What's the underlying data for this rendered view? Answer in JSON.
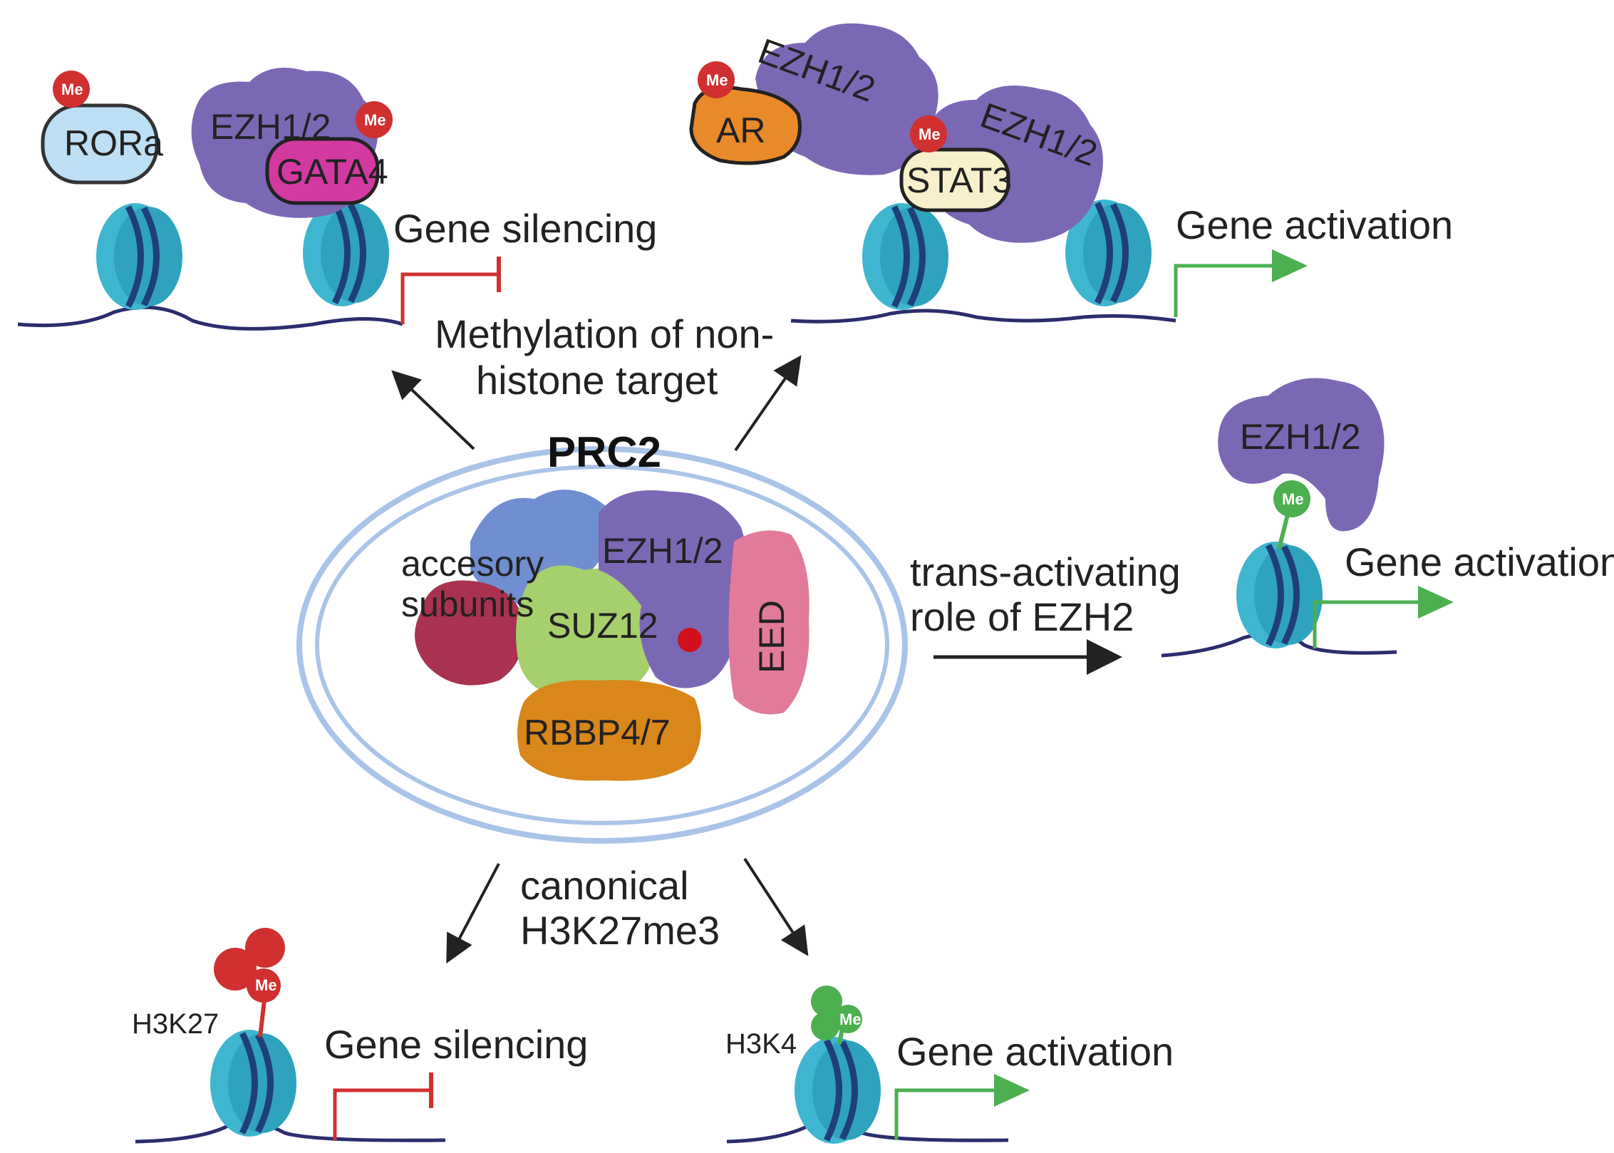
{
  "complex": {
    "title": "PRC2",
    "subunits": {
      "accessory": "accesory subunits",
      "suz12": "SUZ12",
      "ezh": "EZH1/2",
      "eed": "EED",
      "rbbp": "RBBP4/7"
    }
  },
  "center_labels": {
    "non_histone": "Methylation of non-histone target",
    "trans": "trans-activating role of EZH2",
    "canonical": "canonical H3K27me3"
  },
  "top_left": {
    "rora": "RORa",
    "ezh": "EZH1/2",
    "gata4": "GATA4",
    "me": "Me",
    "outcome": "Gene silencing"
  },
  "top_right": {
    "ar": "AR",
    "ezh_a": "EZH1/2",
    "stat3": "STAT3",
    "ezh_b": "EZH1/2",
    "me": "Me",
    "outcome": "Gene activation"
  },
  "right": {
    "ezh": "EZH1/2",
    "me": "Me",
    "outcome": "Gene activation"
  },
  "bottom_left": {
    "mark": "H3K27",
    "me": "Me",
    "outcome": "Gene silencing"
  },
  "bottom_right": {
    "mark": "H3K4",
    "me": "Me",
    "outcome": "Gene activation"
  },
  "colors": {
    "ezh": "#7b68b5",
    "nucleosome": "#3fb6cf",
    "dna": "#2b2d6e",
    "methyl": "#d0302f",
    "activation": "#4caf50",
    "silencing": "#d0302f",
    "ring": "#a9c4e8"
  }
}
